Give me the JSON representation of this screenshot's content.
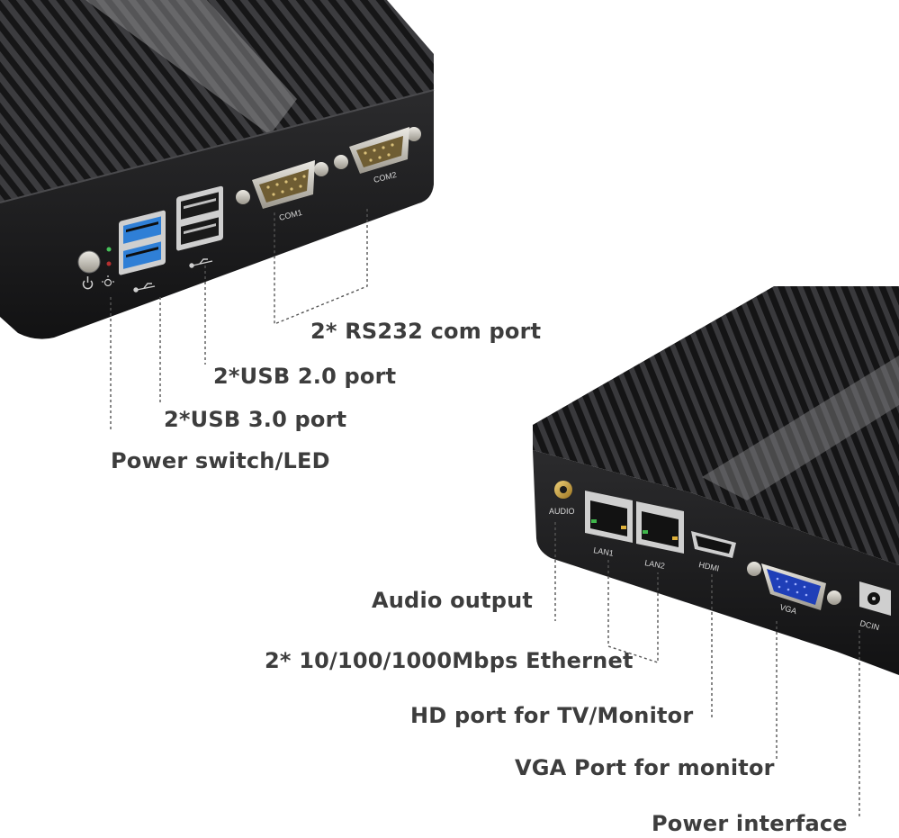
{
  "port_labels": {
    "com1": "COM1",
    "com2": "COM2",
    "audio": "AUDIO",
    "lan1": "LAN1",
    "lan2": "LAN2",
    "hdmi": "HDMI",
    "vga": "VGA",
    "dcin": "DCIN"
  },
  "callouts": {
    "rs232": "2* RS232 com port",
    "usb2": "2*USB 2.0 port",
    "usb3": "2*USB 3.0 port",
    "power_switch": "Power switch/LED",
    "audio": "Audio output",
    "ethernet": "2* 10/100/1000Mbps Ethernet",
    "hd": "HD port for TV/Monitor",
    "vga": "VGA Port for monitor",
    "power_interface": "Power interface"
  },
  "icons": {
    "power": "power-icon",
    "led": "led-icon",
    "usb": "usb-icon"
  },
  "colors": {
    "chassis": "#1c1c1e",
    "fins": "#2a2a2c",
    "usb3_blue": "#2f7fd6",
    "vga_blue": "#1f3fb8",
    "audio_gold": "#c9a23a",
    "label_text": "#3d3d3d"
  }
}
